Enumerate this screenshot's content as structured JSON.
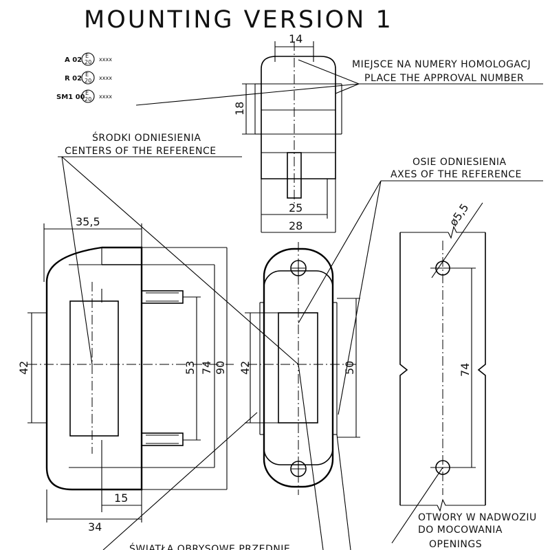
{
  "title": "MOUNTING VERSION 1",
  "approval_marks": [
    {
      "prefix": "A 02",
      "mark": "E",
      "sub": "20",
      "suffix": "xxxx"
    },
    {
      "prefix": "R 02",
      "mark": "E",
      "sub": "20",
      "suffix": "xxxx"
    },
    {
      "prefix": "SM1 00",
      "mark": "E",
      "sub": "20",
      "suffix": "xxxx"
    }
  ],
  "notes": {
    "approval_pl": "MIEJSCE NA NUMERY HOMOLOGACJ",
    "approval_en": "PLACE THE APPROVAL NUMBER",
    "centers_pl": "ŚRODKI ODNIESIENIA",
    "centers_en": "CENTERS OF THE REFERENCE",
    "axes_pl": "OSIE ODNIESIENIA",
    "axes_en": "AXES OF THE REFERENCE",
    "holes_pl_1": "OTWORY W NADWOZIU",
    "holes_pl_2": "DO MOCOWANIA",
    "holes_en_1": "OPENINGS",
    "bottom_partial": "ŚWIATŁA OBRYSOWE PRZEDNIE"
  },
  "dimensions": {
    "top_width": "14",
    "top_height": "18",
    "top_inner": "25",
    "top_outer": "28",
    "side_35_5": "35,5",
    "side_42": "42",
    "side_53": "53",
    "side_74": "74",
    "side_90": "90",
    "side_15": "15",
    "side_34": "34",
    "front_42": "42",
    "front_50": "50",
    "hole_dia": "ø5,5",
    "hole_spacing": "74"
  }
}
